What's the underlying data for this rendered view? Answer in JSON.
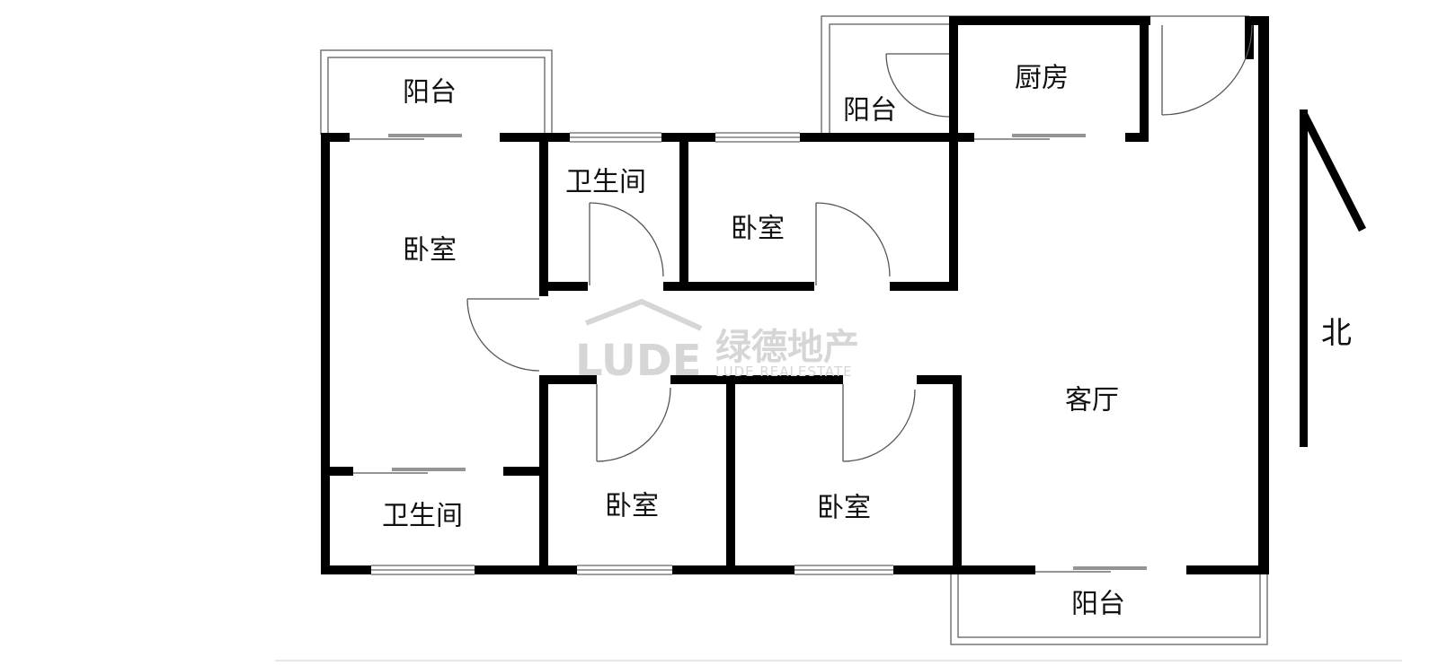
{
  "rooms": {
    "balcony_top_left": "阳台",
    "bedroom_left": "卧室",
    "bathroom_top": "卫生间",
    "bedroom_top_center": "卧室",
    "balcony_top_kitchen": "阳台",
    "kitchen": "厨房",
    "bathroom_bottom_left": "卫生间",
    "bedroom_bottom_1": "卧室",
    "bedroom_bottom_2": "卧室",
    "living_room": "客厅",
    "balcony_bottom": "阳台"
  },
  "compass": {
    "label": "北"
  },
  "watermark": {
    "mark": "LUDE",
    "name": "绿德地产",
    "sub": "LUDE REALESTATE"
  }
}
